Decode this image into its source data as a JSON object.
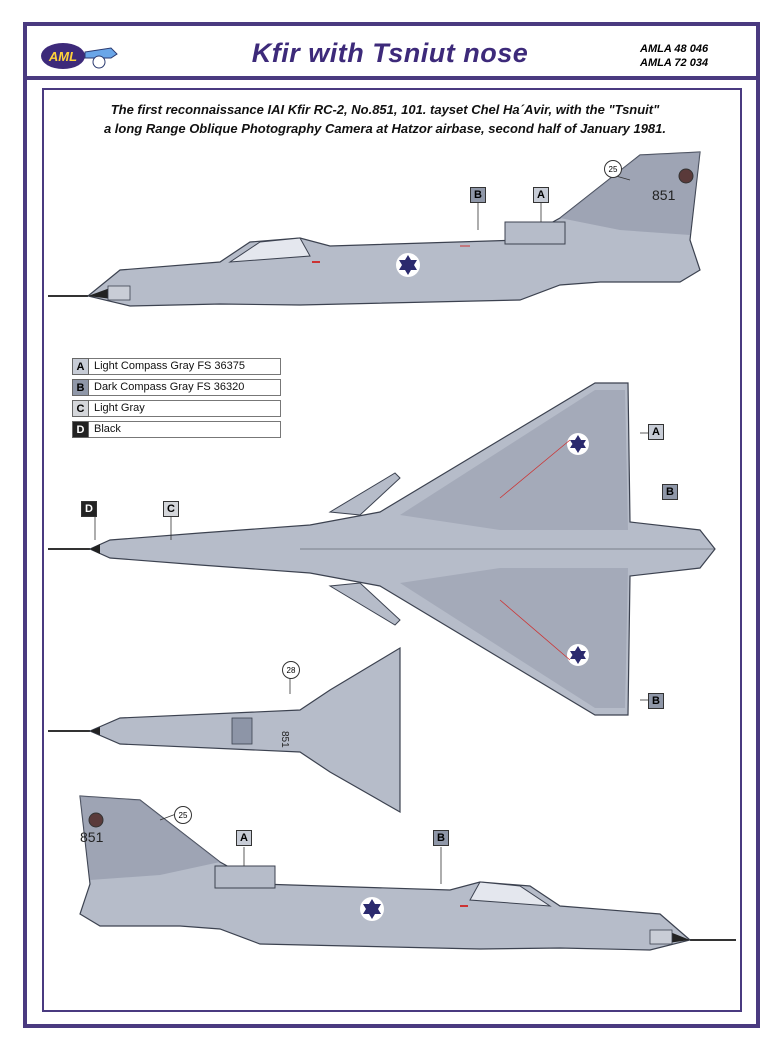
{
  "header": {
    "logo_text": "AML",
    "title": "Kfir with Tsniut nose",
    "codes": [
      "AMLA 48 046",
      "AMLA 72 034"
    ]
  },
  "description": {
    "line1": "The first reconnaissance IAI Kfir RC-2, No.851, 101. tayset Chel Ha´Avir, with the \"Tsnuit\"",
    "line2": "a long Range Oblique Photography Camera at Hatzor airbase, second half of  January 1981."
  },
  "legend": [
    {
      "key": "A",
      "label": "Light Compass Gray FS 36375",
      "color": "#c7ccd6"
    },
    {
      "key": "B",
      "label": "Dark Compass Gray FS 36320",
      "color": "#8f97a8"
    },
    {
      "key": "C",
      "label": "Light Gray",
      "color": "#d4d6da"
    },
    {
      "key": "D",
      "label": "Black",
      "color": "#222222"
    }
  ],
  "callouts": {
    "side1_b": "B",
    "side1_a": "A",
    "side1_num": "25",
    "top_a": "A",
    "top_b1": "B",
    "top_b2": "B",
    "top_c": "C",
    "top_d": "D",
    "under_num": "28",
    "side2_a": "A",
    "side2_b": "B",
    "side2_num": "25"
  },
  "markings": {
    "tail_number": "851",
    "under_number": "851"
  },
  "colors": {
    "frame": "#4a3a80",
    "light_gray": "#b6bcc9",
    "dark_gray": "#8d95a7",
    "outline": "#3c4250",
    "roundel": "#2b2a6e"
  }
}
